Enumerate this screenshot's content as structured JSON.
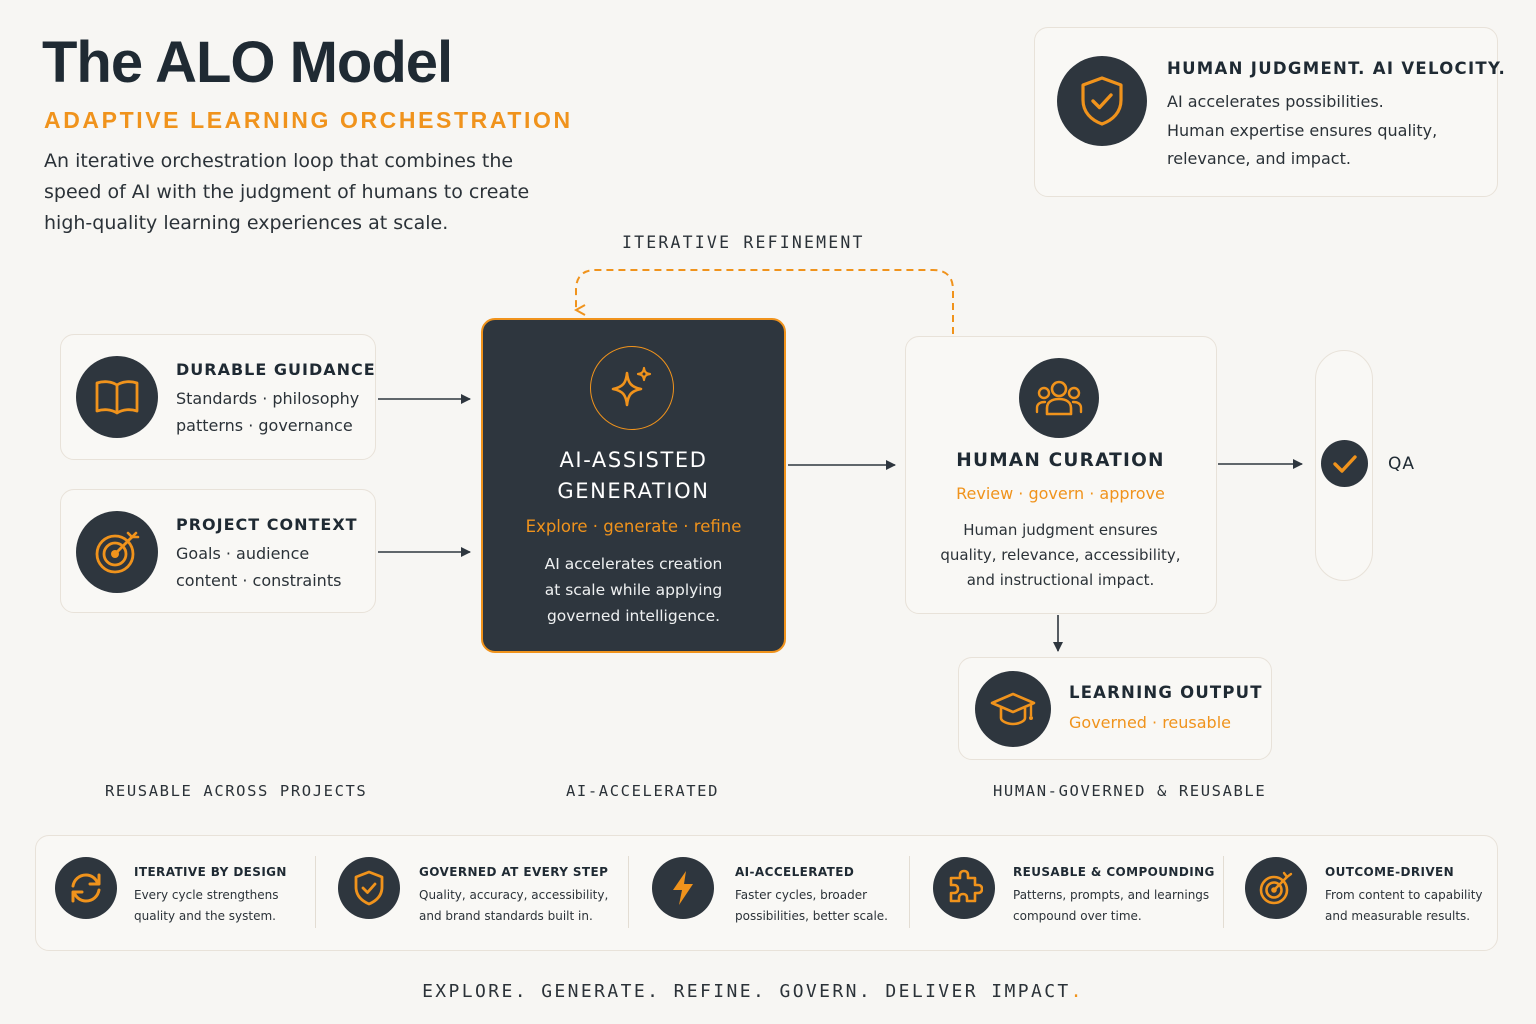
{
  "header": {
    "title": "The ALO Model",
    "subtitle": "ADAPTIVE LEARNING ORCHESTRATION",
    "description": "An iterative orchestration loop that combines the speed of AI with the judgment of humans to create high-quality learning experiences at scale."
  },
  "principle": {
    "icon": "shield-check-icon",
    "heading": "HUMAN JUDGMENT. AI VELOCITY.",
    "line1": "AI accelerates possibilities.",
    "line2": "Human expertise ensures quality,",
    "line3": "relevance, and impact."
  },
  "loop_label": "ITERATIVE REFINEMENT",
  "inputs": [
    {
      "icon": "book-icon",
      "heading": "DURABLE GUIDANCE",
      "line1": "Standards · philosophy",
      "line2": "patterns · governance"
    },
    {
      "icon": "target-icon",
      "heading": "PROJECT CONTEXT",
      "line1": "Goals · audience",
      "line2": "content · constraints"
    }
  ],
  "generation": {
    "icon": "sparkles-icon",
    "heading_line1": "AI-ASSISTED",
    "heading_line2": "GENERATION",
    "tagline": "Explore · generate · refine",
    "body_line1": "AI accelerates creation",
    "body_line2": "at scale while applying",
    "body_line3": "governed intelligence."
  },
  "curation": {
    "icon": "people-icon",
    "heading": "HUMAN CURATION",
    "tagline": "Review · govern · approve",
    "body_line1": "Human judgment ensures",
    "body_line2": "quality, relevance, accessibility,",
    "body_line3": "and instructional impact."
  },
  "qa": {
    "icon": "check-icon",
    "label": "QA"
  },
  "output": {
    "icon": "graduation-cap-icon",
    "heading": "LEARNING OUTPUT",
    "tagline": "Governed · reusable"
  },
  "zone_labels": {
    "left": "REUSABLE ACROSS PROJECTS",
    "middle": "AI-ACCELERATED",
    "right": "HUMAN-GOVERNED & REUSABLE"
  },
  "features": [
    {
      "icon": "refresh-icon",
      "title": "ITERATIVE BY DESIGN",
      "line1": "Every cycle strengthens",
      "line2": "quality and the system."
    },
    {
      "icon": "shield-check-icon",
      "title": "GOVERNED AT EVERY STEP",
      "line1": "Quality, accuracy, accessibility,",
      "line2": "and brand standards built in."
    },
    {
      "icon": "lightning-icon",
      "title": "AI-ACCELERATED",
      "line1": "Faster cycles, broader",
      "line2": "possibilities, better scale."
    },
    {
      "icon": "puzzle-icon",
      "title": "REUSABLE & COMPOUNDING",
      "line1": "Patterns, prompts, and learnings",
      "line2": "compound over time."
    },
    {
      "icon": "target-icon",
      "title": "OUTCOME-DRIVEN",
      "line1": "From content to capability",
      "line2": "and measurable results."
    }
  ],
  "footer": {
    "slogan": "EXPLORE. GENERATE. REFINE. GOVERN. DELIVER IMPACT",
    "accent_mark": "."
  },
  "colors": {
    "accent": "#f0931c",
    "dark": "#2e363e",
    "background": "#f7f6f3"
  }
}
